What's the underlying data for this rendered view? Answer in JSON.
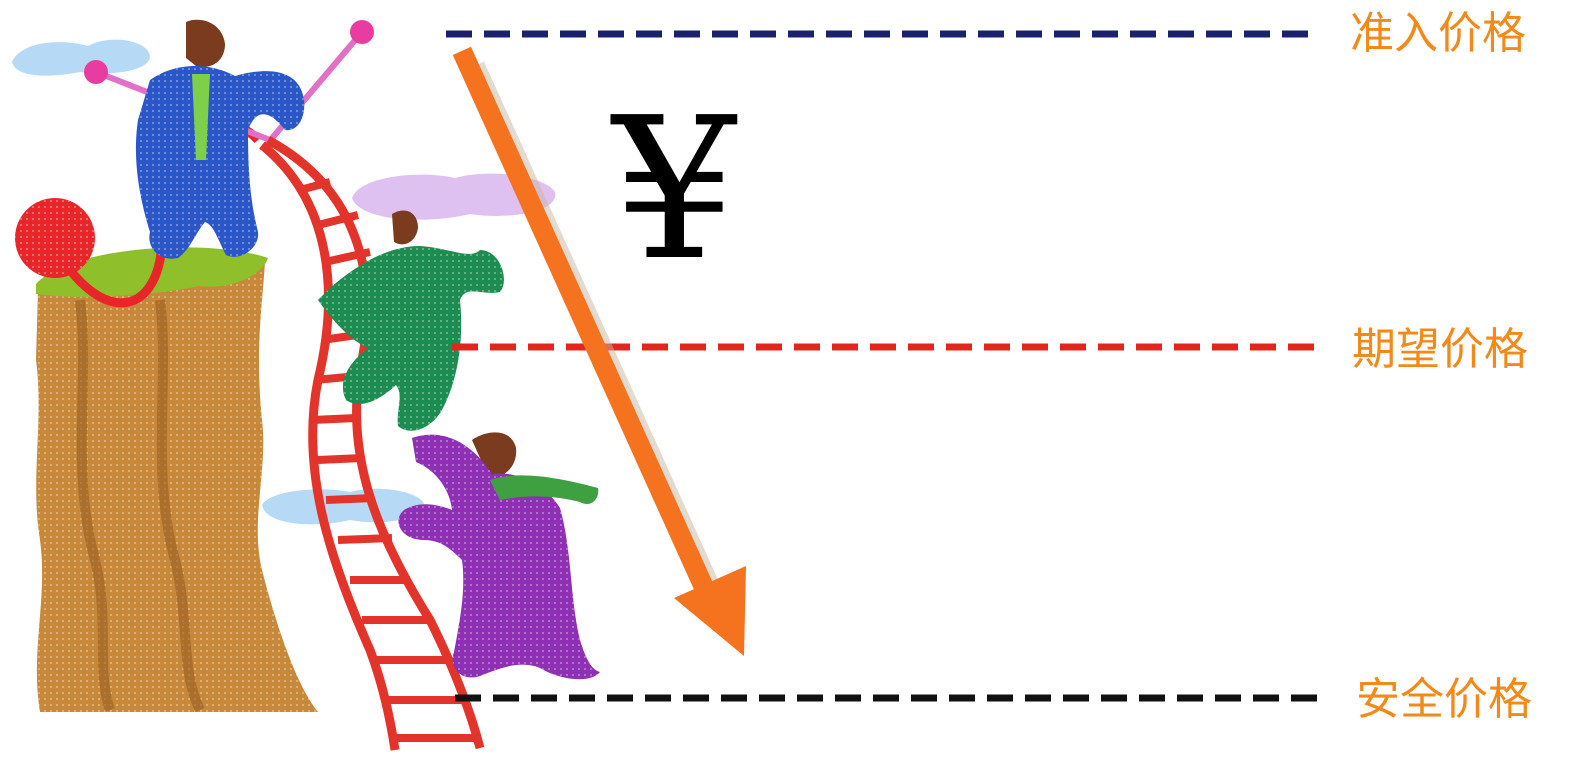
{
  "colors": {
    "label": "#f28a1a",
    "arrow": "#f5731f",
    "entry_line": "#1a1f6e",
    "expected_line": "#e2261d",
    "safe_line": "#111111"
  },
  "yuan_symbol": "¥",
  "price_levels": [
    {
      "key": "entry",
      "label": "准入价格"
    },
    {
      "key": "expected",
      "label": "期望价格"
    },
    {
      "key": "safe",
      "label": "安全价格"
    }
  ],
  "illustration": "people-climbing-ladder-up-cliff"
}
